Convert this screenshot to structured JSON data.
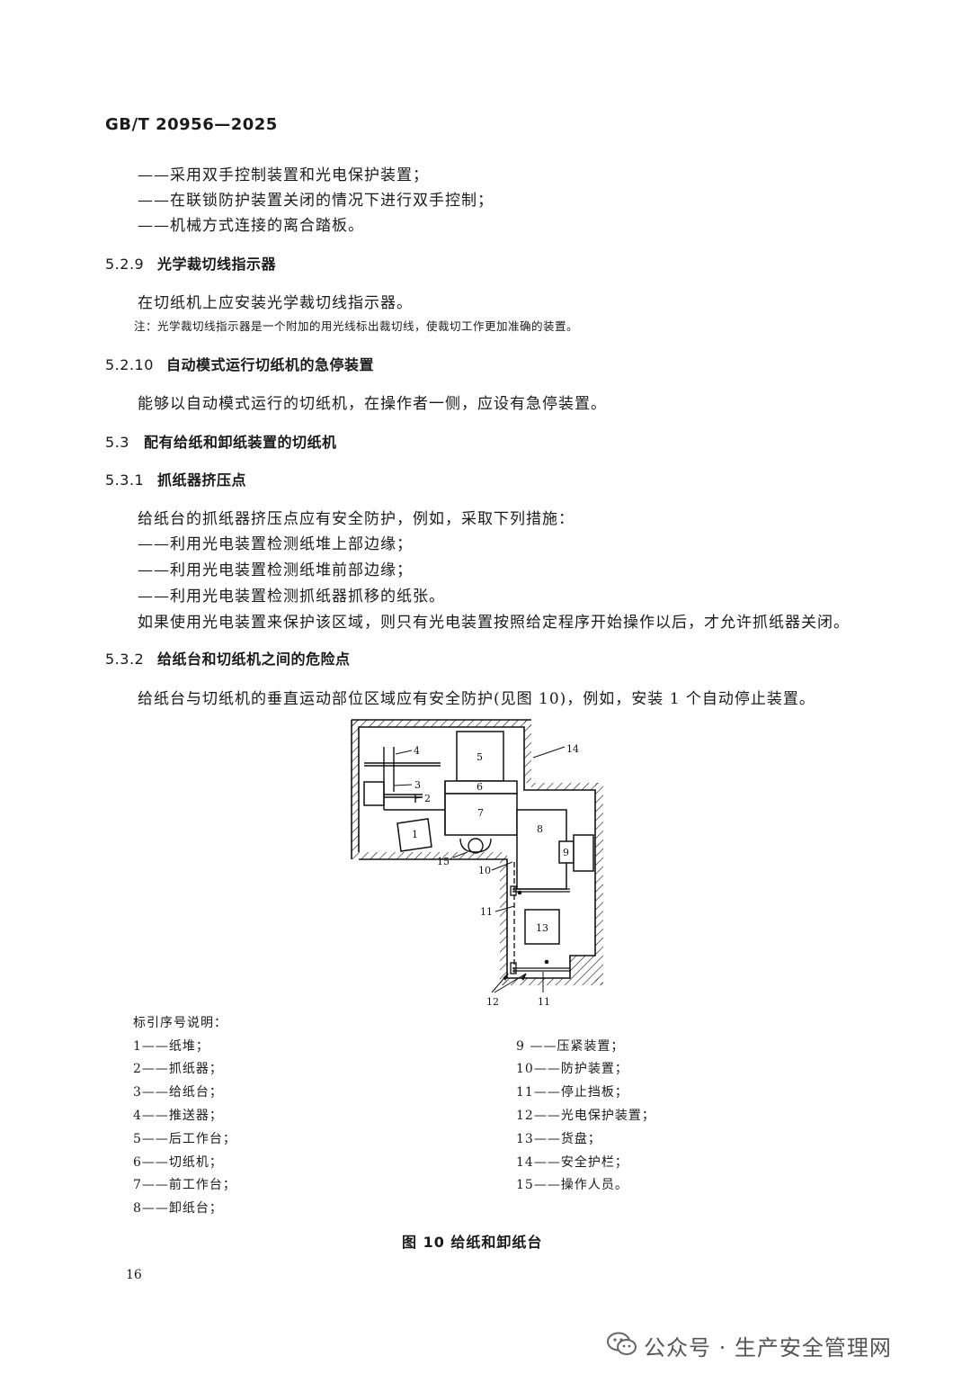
{
  "header": {
    "std_code": "GB/T 20956—2025"
  },
  "intro_items": [
    "——采用双手控制装置和光电保护装置；",
    "——在联锁防护装置关闭的情况下进行双手控制；",
    "——机械方式连接的离合踏板。"
  ],
  "s529": {
    "num": "5.2.9",
    "title": "光学裁切线指示器",
    "body": "在切纸机上应安装光学裁切线指示器。",
    "note": "注：光学裁切线指示器是一个附加的用光线标出裁切线，使裁切工作更加准确的装置。"
  },
  "s5210": {
    "num": "5.2.10",
    "title": "自动模式运行切纸机的急停装置",
    "body": "能够以自动模式运行的切纸机，在操作者一侧，应设有急停装置。"
  },
  "s53": {
    "num": "5.3",
    "title": "配有给纸和卸纸装置的切纸机"
  },
  "s531": {
    "num": "5.3.1",
    "title": "抓纸器挤压点",
    "body": "给纸台的抓纸器挤压点应有安全防护，例如，采取下列措施：",
    "items": [
      "——利用光电装置检测纸堆上部边缘；",
      "——利用光电装置检测纸堆前部边缘；",
      "——利用光电装置检测抓纸器抓移的纸张。"
    ],
    "tail": "如果使用光电装置来保护该区域，则只有光电装置按照给定程序开始操作以后，才允许抓纸器关闭。"
  },
  "s532": {
    "num": "5.3.2",
    "title": "给纸台和切纸机之间的危险点",
    "body": "给纸台与切纸机的垂直运动部位区域应有安全防护(见图 10)，例如，安装 1 个自动停止装置。"
  },
  "figure": {
    "labels": [
      "1",
      "2",
      "3",
      "4",
      "5",
      "6",
      "7",
      "8",
      "9",
      "10",
      "11",
      "12",
      "13",
      "14",
      "15"
    ],
    "legend_title": "标引序号说明：",
    "legend_left": [
      "1——纸堆；",
      "2——抓纸器；",
      "3——给纸台；",
      "4——推送器；",
      "5——后工作台；",
      "6——切纸机；",
      "7——前工作台；",
      "8——卸纸台；"
    ],
    "legend_right": [
      "9 ——压紧装置；",
      "10——防护装置；",
      "11——停止挡板；",
      "12——光电保护装置；",
      "13——货盘；",
      "14——安全护栏；",
      "15——操作人员。"
    ],
    "caption": "图 10   给纸和卸纸台"
  },
  "footer": {
    "page_number": "16",
    "watermark": "公众号 · 生产安全管理网",
    "watermark_icon": "wechat-icon"
  }
}
